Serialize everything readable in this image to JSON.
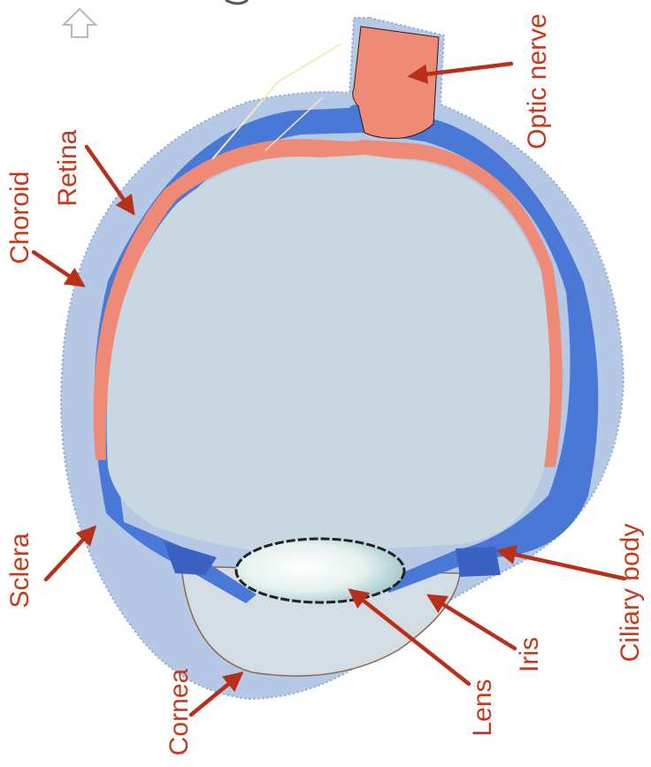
{
  "labels": {
    "optic_nerve": "Optic nerve",
    "retina": "Retina",
    "choroid": "Choroid",
    "sclera": "Sclera",
    "ciliary_body": "Ciliary body",
    "iris": "Iris",
    "lens": "Lens",
    "cornea": "Cornea"
  },
  "colors": {
    "label_text": "#c43a1c",
    "arrow": "#b8301a",
    "sclera": "#b5c9e6",
    "choroid": "#4a78d6",
    "retina": "#ef8a76",
    "vitreous": "#c9d7e2",
    "cornea_chamber": "#d4dde4"
  }
}
